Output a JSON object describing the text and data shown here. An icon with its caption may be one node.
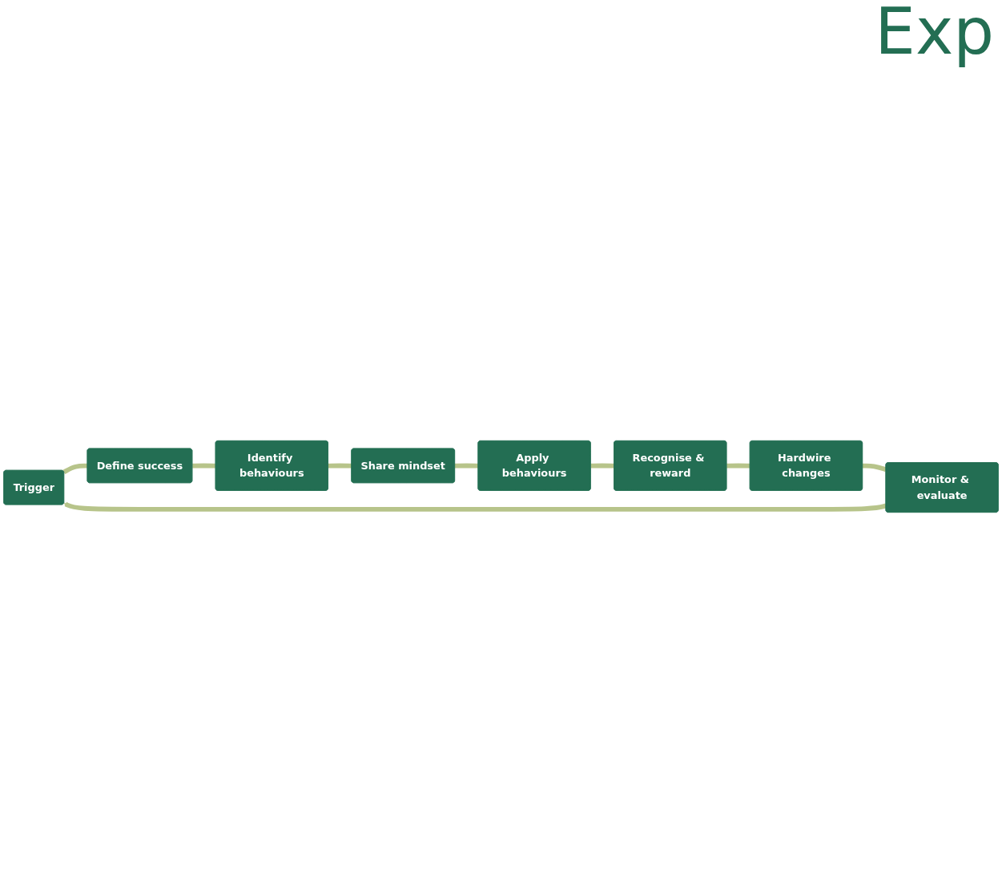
{
  "diagram": {
    "nodes": [
      {
        "text": [
          "Trigger"
        ]
      },
      {
        "text": [
          "Define success"
        ]
      },
      {
        "text": [
          "Identify behaviours"
        ]
      },
      {
        "text": [
          "Share mindset"
        ]
      },
      {
        "text": [
          "Apply behaviours"
        ]
      },
      {
        "text": [
          "Recognise & reward"
        ]
      },
      {
        "text": [
          "Hardwire changes"
        ]
      },
      {
        "text": [
          "Monitor & evaluate"
        ]
      }
    ],
    "edges": [
      {
        "from": 0,
        "to": 1,
        "arrow": "none"
      },
      {
        "from": 1,
        "to": 2,
        "arrow": "none"
      },
      {
        "from": 2,
        "to": 3,
        "arrow": "none"
      },
      {
        "from": 3,
        "to": 4,
        "arrow": "none"
      },
      {
        "from": 4,
        "to": 5,
        "arrow": "none"
      },
      {
        "from": 5,
        "to": 6,
        "arrow": "none"
      },
      {
        "from": 6,
        "to": 7,
        "arrow": "none"
      },
      {
        "from": 7,
        "to": 0,
        "arrow": "to"
      }
    ],
    "labels": [
      "Exp"
    ]
  }
}
